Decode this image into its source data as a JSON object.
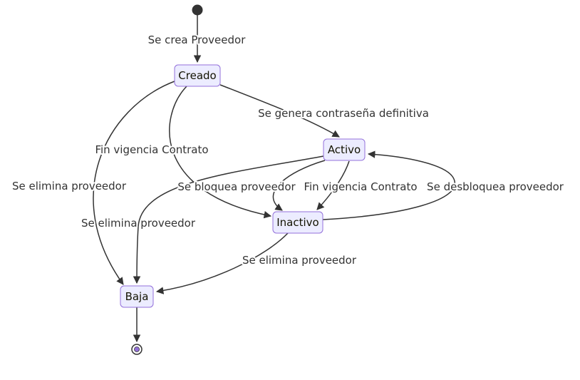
{
  "diagram": {
    "type": "state-diagram",
    "colors": {
      "node_fill": "#ECECFF",
      "node_border": "#9370DB",
      "edge_stroke": "#333333",
      "text": "#131300",
      "background": "#ffffff"
    },
    "nodes": [
      {
        "id": "creado",
        "label": "Creado"
      },
      {
        "id": "activo",
        "label": "Activo"
      },
      {
        "id": "inactivo",
        "label": "Inactivo"
      },
      {
        "id": "baja",
        "label": "Baja"
      }
    ],
    "start_state": {
      "kind": "initial"
    },
    "end_state": {
      "kind": "final"
    },
    "edges": [
      {
        "from": "start",
        "to": "Creado",
        "label": "Se crea Proveedor"
      },
      {
        "from": "Creado",
        "to": "Activo",
        "label": "Se genera contraseña definitiva"
      },
      {
        "from": "Creado",
        "to": "Inactivo",
        "label": "Fin vigencia Contrato"
      },
      {
        "from": "Creado",
        "to": "Baja",
        "label": "Se elimina proveedor"
      },
      {
        "from": "Activo",
        "to": "Inactivo",
        "label": "Se bloquea proveedor"
      },
      {
        "from": "Activo",
        "to": "Inactivo",
        "label": "Fin vigencia Contrato"
      },
      {
        "from": "Inactivo",
        "to": "Activo",
        "label": "Se desbloquea proveedor"
      },
      {
        "from": "Activo",
        "to": "Baja",
        "label": "Se elimina proveedor"
      },
      {
        "from": "Inactivo",
        "to": "Baja",
        "label": "Se elimina proveedor"
      },
      {
        "from": "Baja",
        "to": "end",
        "label": ""
      }
    ]
  }
}
